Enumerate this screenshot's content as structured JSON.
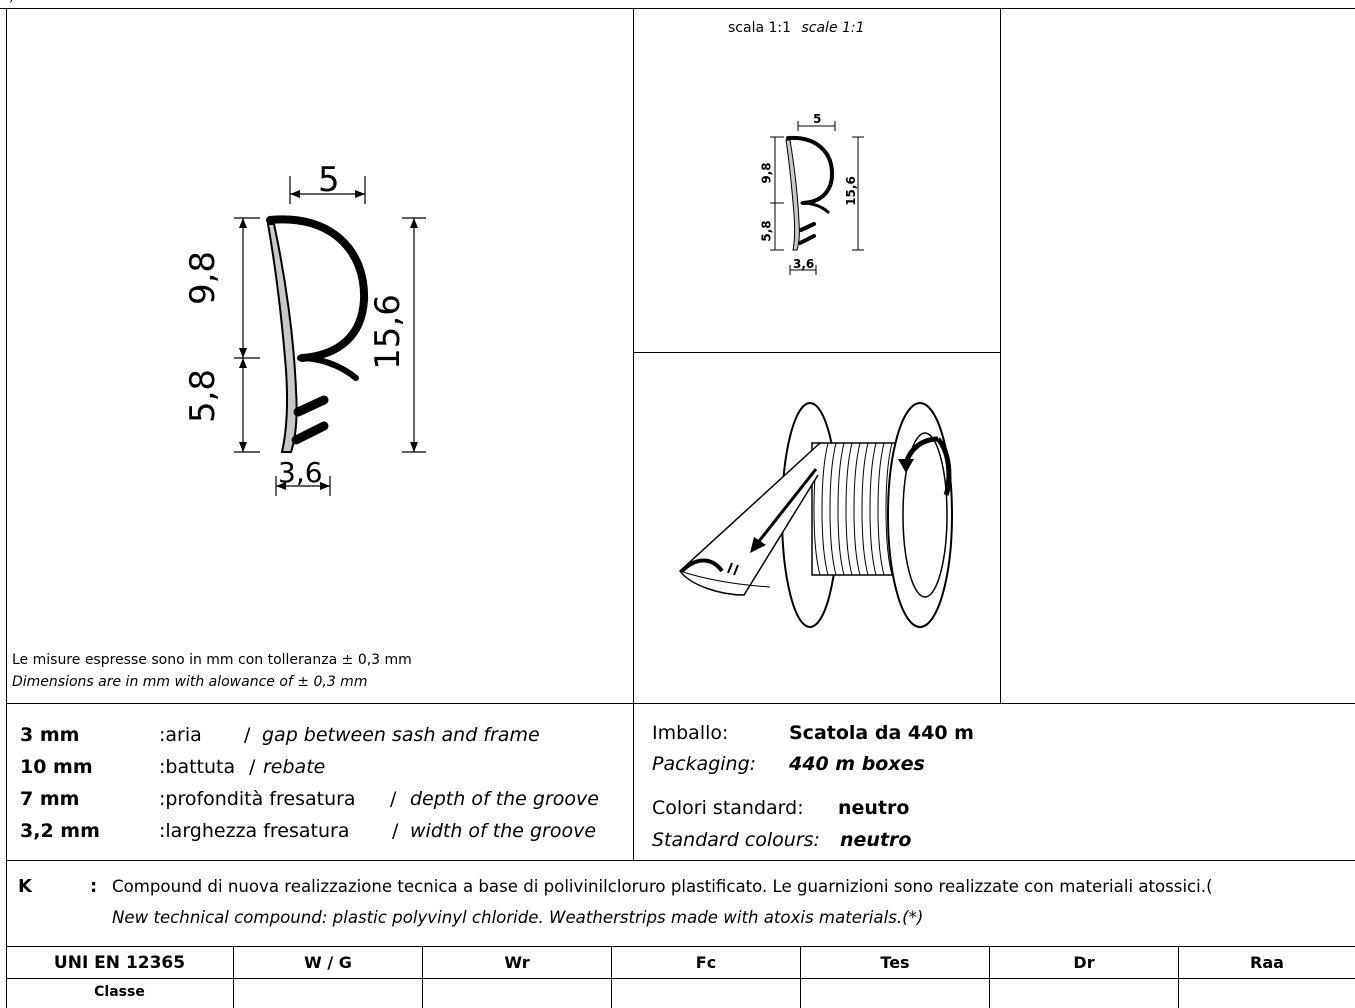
{
  "top_fragment": "  ,  ",
  "drawing": {
    "large": {
      "dim_top": "5",
      "dim_upper": "9,8",
      "dim_lower": "5,8",
      "dim_height": "15,6",
      "dim_base": "3,6"
    },
    "small": {
      "dim_top": "5",
      "dim_upper": "9,8",
      "dim_lower": "5,8",
      "dim_height": "15,6",
      "dim_base": "3,6"
    },
    "scale_it": "scala 1:1",
    "scale_en": "scale 1:1"
  },
  "tolerance": {
    "it": "Le misure espresse sono in mm con tolleranza ± 0,3 mm",
    "en": "Dimensions are in mm with alowance of ± 0,3 mm"
  },
  "specs": [
    {
      "value": "3 mm",
      "it": ":aria",
      "sep": "/",
      "en": "gap between sash and frame"
    },
    {
      "value": "10 mm",
      "it": ":battuta",
      "sep": "/",
      "en": "rebate"
    },
    {
      "value": "7 mm",
      "it": ":profondità fresatura",
      "sep": "/",
      "en": "depth of the groove"
    },
    {
      "value": "3,2 mm",
      "it": ":larghezza fresatura",
      "sep": "/",
      "en": "width of the groove"
    }
  ],
  "packaging": {
    "label_it": "Imballo:",
    "value_it": "Scatola da 440 m",
    "label_en": "Packaging:",
    "value_en": "440 m boxes"
  },
  "colours": {
    "label_it": "Colori standard:",
    "value_it": "neutro",
    "label_en": "Standard colours:",
    "value_en": "neutro"
  },
  "compound": {
    "code": "K",
    "colon": ":",
    "it": "Compound di nuova realizzazione tecnica a base di polivinilcloruro plastificato. Le guarnizioni sono realizzate con materiali atossici.(",
    "en": "New technical compound: plastic polyvinyl chloride. Weatherstrips made with atoxis materials.(*)"
  },
  "table": {
    "headers": [
      "UNI EN 12365",
      "W / G",
      "Wr",
      "Fc",
      "Tes",
      "Dr",
      "Raa"
    ],
    "row_label": "Classe"
  }
}
